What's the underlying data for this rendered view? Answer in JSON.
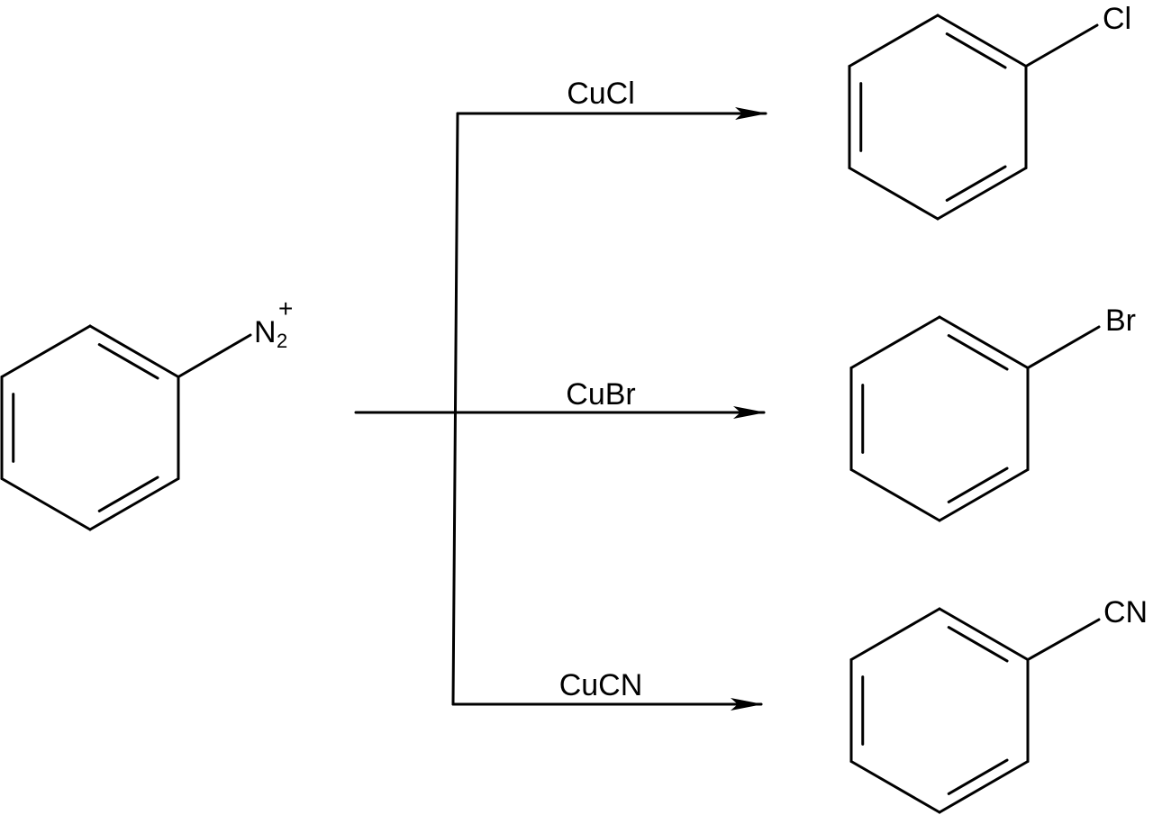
{
  "reactant": {
    "label": "N",
    "subscript": "2",
    "charge": "+"
  },
  "reactions": [
    {
      "reagent": "CuCl",
      "product_substituent": "Cl"
    },
    {
      "reagent": "CuBr",
      "product_substituent": "Br"
    },
    {
      "reagent": "CuCN",
      "product_substituent": "CN"
    }
  ]
}
